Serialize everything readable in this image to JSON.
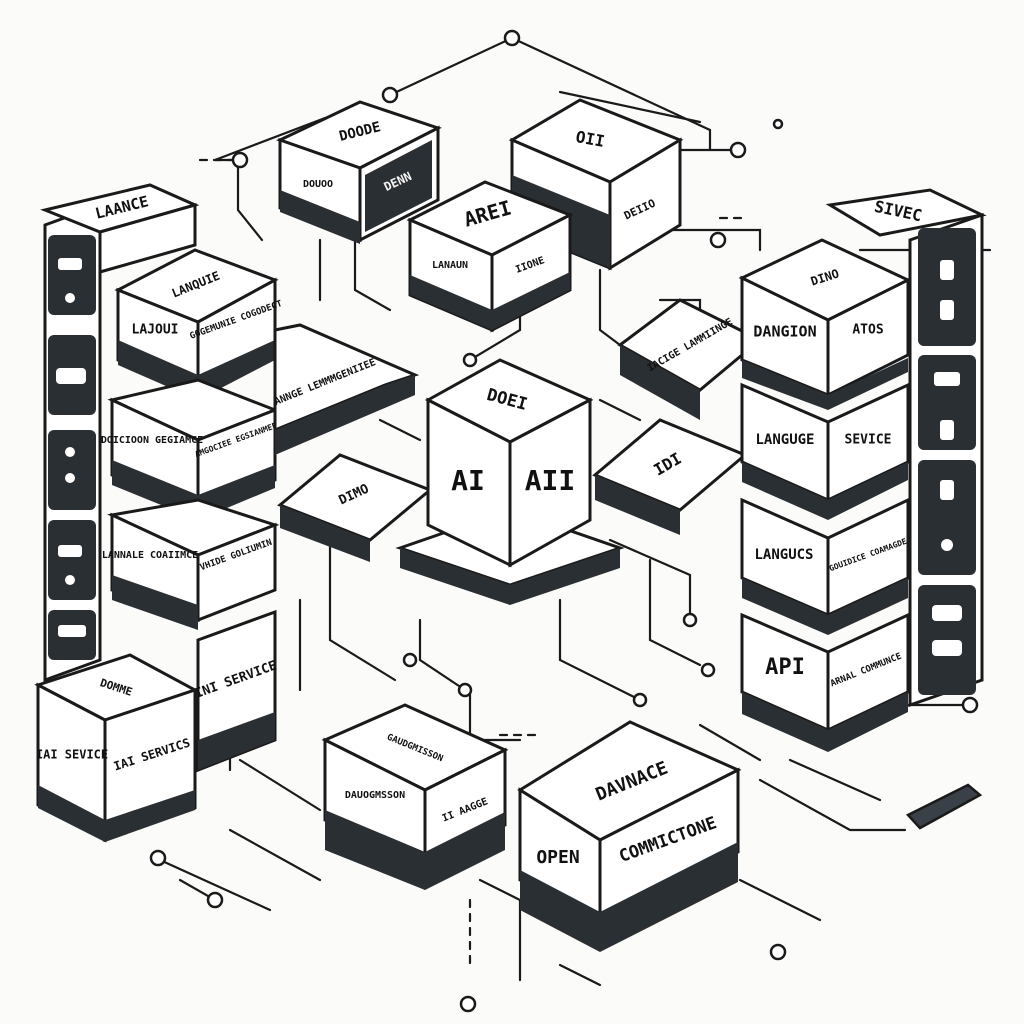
{
  "blocks": {
    "b_doode": {
      "top": "DOODE",
      "left": "DOUOO",
      "right": "DENN"
    },
    "b_oii": {
      "top": "OII",
      "right": "DEIIO"
    },
    "b_arei": {
      "top": "AREI",
      "left": "LANAUN",
      "right": "IIONE"
    },
    "b_laance": {
      "top": "LAANCE"
    },
    "b_siviec": {
      "top": "SIVEC"
    },
    "b_dino": {
      "top": "DINO",
      "left": "DANGION",
      "right": "ATOS"
    },
    "b_languge": {
      "left": "LANGUGE",
      "right": "SEVICE"
    },
    "b_langucs": {
      "left": "LANGUCS",
      "right": "GOUIDICE COAMAGDE"
    },
    "b_api": {
      "left": "API",
      "right": "ARNAL COMMUNCE"
    },
    "b_lanquie": {
      "top": "LANQUIE",
      "left": "LAJOUI",
      "right": "GOGEMUNIE COGODECT"
    },
    "b_doicion": {
      "left": "DOICIOON GEGIAMCE",
      "right": "AMGOCIEE EGSIANMEE"
    },
    "b_lannale": {
      "left": "LANNALE COAIIMCE",
      "right": "VHIDE GOLIUMIN"
    },
    "b_inni": {
      "right": "INI SERVICE"
    },
    "b_domme": {
      "top": "DOMME",
      "left": "IAI SEVICE",
      "right": "IAI SERVICS"
    },
    "b_ai": {
      "top": "DOEI",
      "left": "AI",
      "right": "AII"
    },
    "b_panel_left": {
      "top": "ANNGE LEMMMGENIIEE"
    },
    "b_panel_right": {
      "top": "IACIGE LAMMIINGE"
    },
    "b_dimo": {
      "top": "DIMO"
    },
    "b_idi": {
      "top": "IDI"
    },
    "b_gaudnsson": {
      "top": "GAUDGMISSON",
      "left": "DAUOGMSSON",
      "right": "II AAGGE"
    },
    "b_davnace": {
      "top": "DAVNACE",
      "left": "OPEN",
      "right": "COMMICTONE"
    }
  },
  "colors": {
    "ink": "#1a1a1a",
    "face": "#ffffff",
    "side": "#2a2f33",
    "background": "#fbfbfa"
  }
}
